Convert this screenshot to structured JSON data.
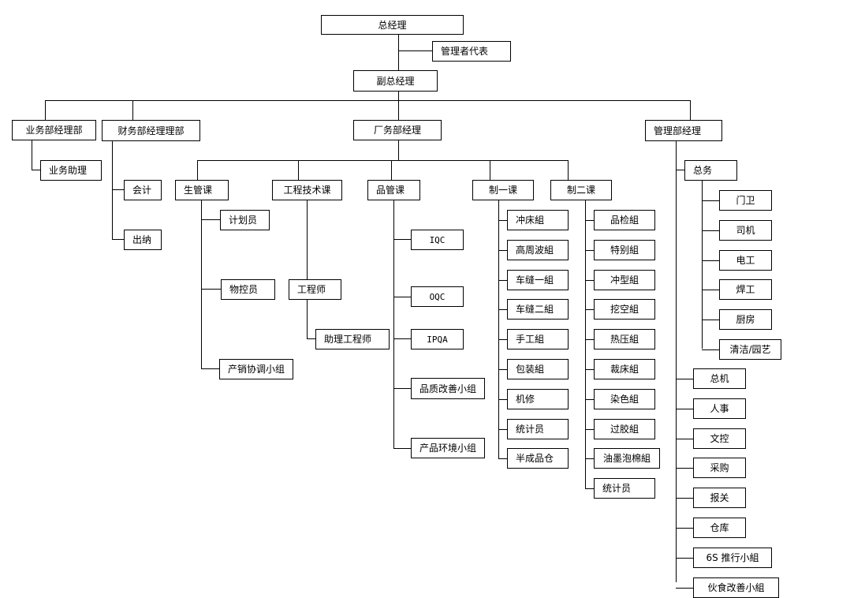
{
  "diagram": {
    "type": "org-chart",
    "nodes": {
      "gm": "总经理",
      "mgmt_rep": "管理者代表",
      "deputy_gm": "副总经理",
      "sales_mgr": "业务部经理部",
      "finance_mgr": "财务部经理理部",
      "factory_mgr": "厂务部经理",
      "admin_mgr": "管理部经理",
      "sales_assistant": "业务助理",
      "accounting": "会计",
      "cashier": "出纳",
      "prod_control": "生管课",
      "engineering": "工程技术课",
      "qc": "品管课",
      "mfg1": "制一课",
      "mfg2": "制二课",
      "planner": "计划员",
      "material_controller": "物控员",
      "ps_coord": "产销协调小组",
      "engineer": "工程师",
      "asst_engineer": "助理工程师",
      "iqc": "IQC",
      "oqc": "OQC",
      "ipqa": "IPQA",
      "quality_improve": "品质改善小组",
      "env_group": "产品环境小组",
      "general_affairs": "总务"
    },
    "mfg1_groups": [
      "冲床組",
      "高周波組",
      "车缝一組",
      "车缝二組",
      "手工組",
      "包装組",
      "机修",
      "统计员",
      "半成品仓"
    ],
    "mfg2_groups": [
      "品检組",
      "特别組",
      "冲型組",
      "挖空組",
      "热压組",
      "裁床組",
      "染色組",
      "过胶組",
      "油墨泡棉組",
      "统计员"
    ],
    "general_affairs_staff": [
      "门卫",
      "司机",
      "电工",
      "焊工",
      "厨房",
      "清洁/园艺"
    ],
    "admin_units": [
      "总机",
      "人事",
      "文控",
      "采购",
      "报关",
      "仓库",
      "6S 推行小組",
      "伙食改善小組"
    ],
    "colors": {
      "line": "#000000",
      "box_border": "#000000",
      "background": "#ffffff"
    }
  }
}
